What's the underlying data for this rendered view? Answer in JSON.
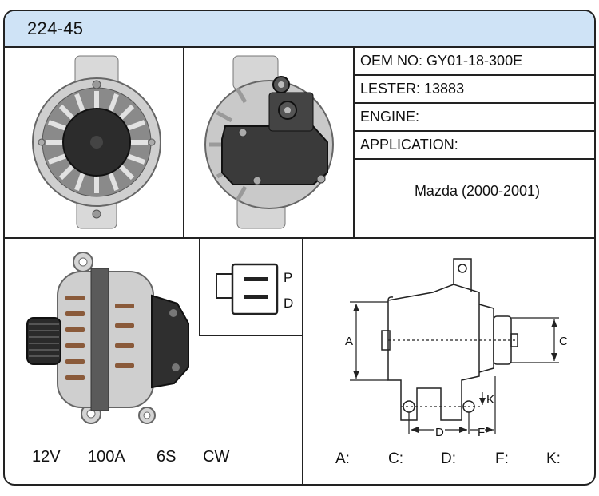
{
  "title": "224-45",
  "info": {
    "oem": "OEM NO: GY01-18-300E",
    "lester": "LESTER: 13883",
    "engine": "ENGINE:",
    "application": "APPLICATION:",
    "application_value": "Mazda (2000-2001)"
  },
  "connector": {
    "pin_p": "P",
    "pin_d": "D"
  },
  "specs": {
    "voltage": "12V",
    "amperage": "100A",
    "groove": "6S",
    "rotation": "CW"
  },
  "dimension_labels": {
    "a": "A",
    "c": "C",
    "d": "D",
    "f": "F",
    "k": "K"
  },
  "dimension_values": {
    "a": "A:",
    "c": "C:",
    "d": "D:",
    "f": "F:",
    "k": "K:"
  },
  "colors": {
    "title_bar": "#cfe3f6",
    "border": "#222222"
  }
}
